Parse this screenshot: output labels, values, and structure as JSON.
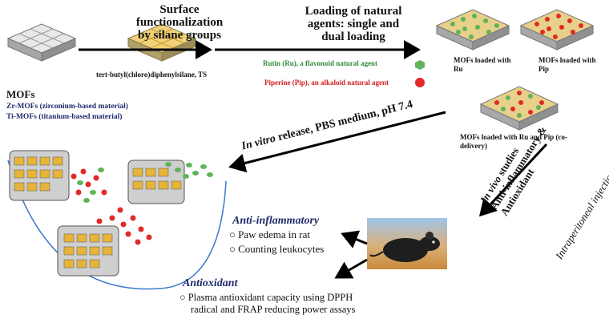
{
  "steps": {
    "functionalization_title_line1": "Surface",
    "functionalization_title_line2": "functionalization",
    "functionalization_title_line3": "by silane groups",
    "silane_reagent": "tert-butyl(chloro)diphenylsilane, TS",
    "loading_title_line1": "Loading of natural",
    "loading_title_line2": "agents: single and",
    "loading_title_line3": "dual loading",
    "rutin_label": "Rutin (Ru), a flavonoid natural agent",
    "piperine_label": "Piperine (Pip), an alkaloid natural agent"
  },
  "mofs": {
    "heading": "MOFs",
    "zr": "Zr-MOFs (zirconium-based material)",
    "ti": "Ti-MOFs (titanium-based material)"
  },
  "loaded": {
    "ru_line1": "MOFs loaded with",
    "ru_line2": "Ru",
    "pip_line1": "MOFs loaded with",
    "pip_line2": "Pip",
    "dual_line1": "MOFs loaded with Ru and Pip (co-",
    "dual_line2": "delivery)"
  },
  "release": {
    "italic_part": "In vitro",
    "rest": " release, PBS medium, pH 7.4"
  },
  "invivo": {
    "title_italic": "In vivo",
    "title_rest": " studies",
    "line2": "Anti-inflammatory &",
    "line3": "Antioxidant",
    "route": "Intraperitoneal injection"
  },
  "anti_inflammatory": {
    "heading": "Anti-inflammatory",
    "items": [
      "Paw edema in rat",
      "Counting leukocytes"
    ]
  },
  "antioxidant": {
    "heading": "Antioxidant",
    "line1": "Plasma antioxidant capacity using DPPH",
    "line2": "radical and FRAP reducing power assays"
  },
  "colors": {
    "rutin": "#5fb45a",
    "piperine": "#e02a2a",
    "silane": "#e6b43a",
    "mof": "#bdbdbd",
    "navy": "#1f2a6b"
  }
}
